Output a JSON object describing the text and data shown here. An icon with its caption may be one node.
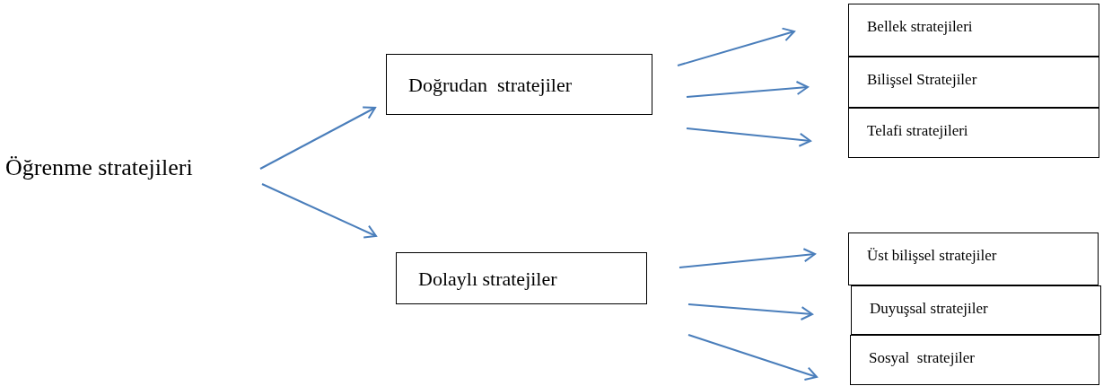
{
  "diagram": {
    "nodes": [
      {
        "text": [
          "Öğrenme stratejileri"
        ]
      },
      {
        "text": [
          "Doğrudan  stratejiler"
        ]
      },
      {
        "text": [
          "Dolaylı stratejiler"
        ]
      },
      {
        "text": [
          "Bellek stratejileri"
        ]
      },
      {
        "text": [
          "Bilişsel Stratejiler"
        ]
      },
      {
        "text": [
          "Telafi stratejileri"
        ]
      },
      {
        "text": [
          "Üst bilişsel stratejiler"
        ]
      },
      {
        "text": [
          "Duyuşsal stratejiler"
        ]
      },
      {
        "text": [
          "Sosyal  stratejiler"
        ]
      }
    ],
    "edges": [
      {
        "from": 0,
        "to": 1,
        "arrow": "to"
      },
      {
        "from": 0,
        "to": 2,
        "arrow": "to"
      },
      {
        "from": 1,
        "to": 3,
        "arrow": "to"
      },
      {
        "from": 1,
        "to": 4,
        "arrow": "to"
      },
      {
        "from": 1,
        "to": 5,
        "arrow": "to"
      },
      {
        "from": 2,
        "to": 6,
        "arrow": "to"
      },
      {
        "from": 2,
        "to": 7,
        "arrow": "to"
      },
      {
        "from": 2,
        "to": 8,
        "arrow": "to"
      }
    ]
  }
}
